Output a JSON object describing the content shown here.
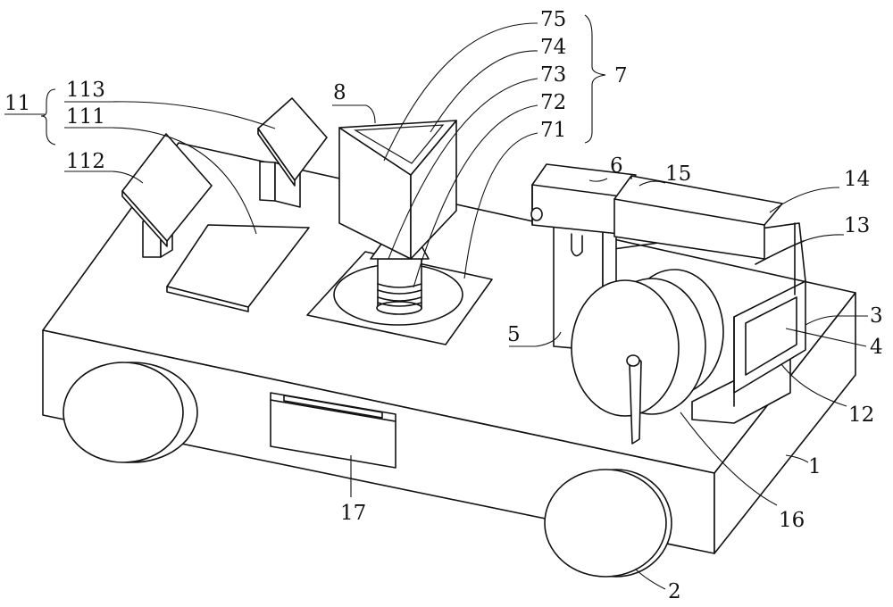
{
  "figure": {
    "labels": {
      "l1": "1",
      "l2": "2",
      "l3": "3",
      "l4": "4",
      "l5": "5",
      "l6": "6",
      "l7": "7",
      "l8": "8",
      "l11": "11",
      "l12": "12",
      "l13": "13",
      "l14": "14",
      "l15": "15",
      "l16": "16",
      "l17": "17",
      "l71": "71",
      "l72": "72",
      "l73": "73",
      "l74": "74",
      "l75": "75",
      "l111": "111",
      "l112": "112",
      "l113": "113"
    }
  }
}
